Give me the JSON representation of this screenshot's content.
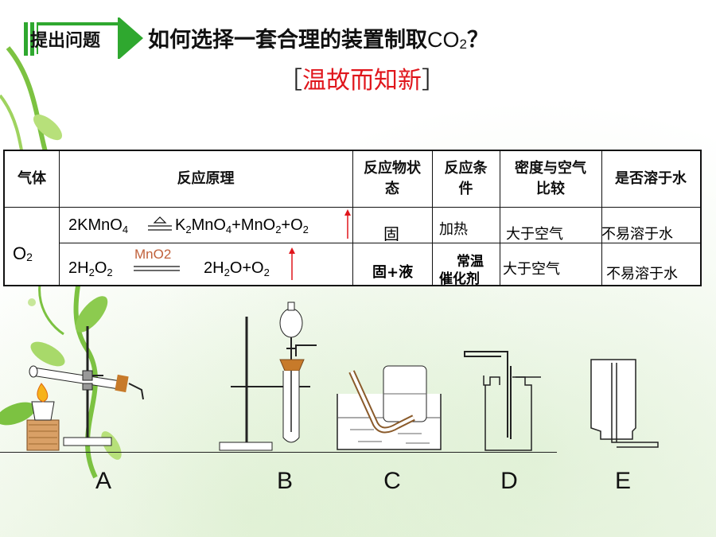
{
  "header": {
    "tab_label": "提出问题",
    "question_prefix": "如何选择一套合理的装置制取",
    "question_formula": "CO",
    "question_sub": "2",
    "question_mark": "？",
    "subtitle_open": "［",
    "subtitle_text": "温故而知新",
    "subtitle_close": "］"
  },
  "table": {
    "headers": {
      "gas": "气体",
      "principle": "反应原理",
      "state": "反应物状态",
      "condition": "反应条件",
      "density": "密度与空气比较",
      "solubility": "是否溶于水"
    },
    "gas_name": "O",
    "gas_sub": "2",
    "row1": {
      "eq_left": "2KMnO",
      "eq_left_sub": "4",
      "eq_p1": "K",
      "eq_p1_sub": "2",
      "eq_p1b": "MnO",
      "eq_p1b_sub": "4",
      "eq_p2": "+MnO",
      "eq_p2_sub": "2",
      "eq_p3": "+O",
      "eq_p3_sub": "2",
      "state": "固",
      "condition": "加热",
      "density": "大于空气",
      "solubility": "不易溶于水"
    },
    "row2": {
      "eq_left": "2H",
      "eq_left_sub1": "2",
      "eq_left_o": "O",
      "eq_left_sub2": "2",
      "catalyst": "MnO2",
      "eq_right": "2H",
      "eq_right_sub": "2",
      "eq_right_o": "O+O",
      "eq_right_sub2": "2",
      "state": "固+液",
      "condition_1": "常温",
      "condition_2": "催化剂",
      "density": "大于空气",
      "solubility": "不易溶于水"
    }
  },
  "apparatus_labels": [
    "A",
    "B",
    "C",
    "D",
    "E"
  ],
  "colors": {
    "accent_red": "#e0161c",
    "tab_fill": "#2fa82f",
    "catalyst_text": "#c0603a"
  }
}
